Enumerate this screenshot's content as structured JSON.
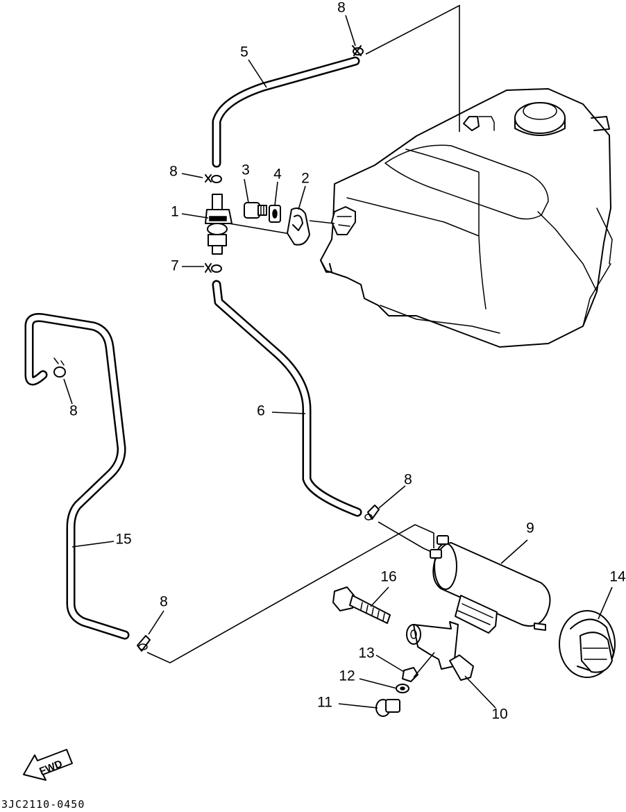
{
  "diagram_id": "3JC2110-0450",
  "fwd_label": "FWD",
  "parts": {
    "p1": "1",
    "p2": "2",
    "p3": "3",
    "p4": "4",
    "p5": "5",
    "p6": "6",
    "p7": "7",
    "p8_top": "8",
    "p8_upper_left": "8",
    "p8_left": "8",
    "p8_mid": "8",
    "p8_bottom": "8",
    "p9": "9",
    "p10": "10",
    "p11": "11",
    "p12": "12",
    "p13": "13",
    "p14": "14",
    "p15": "15",
    "p16": "16"
  }
}
